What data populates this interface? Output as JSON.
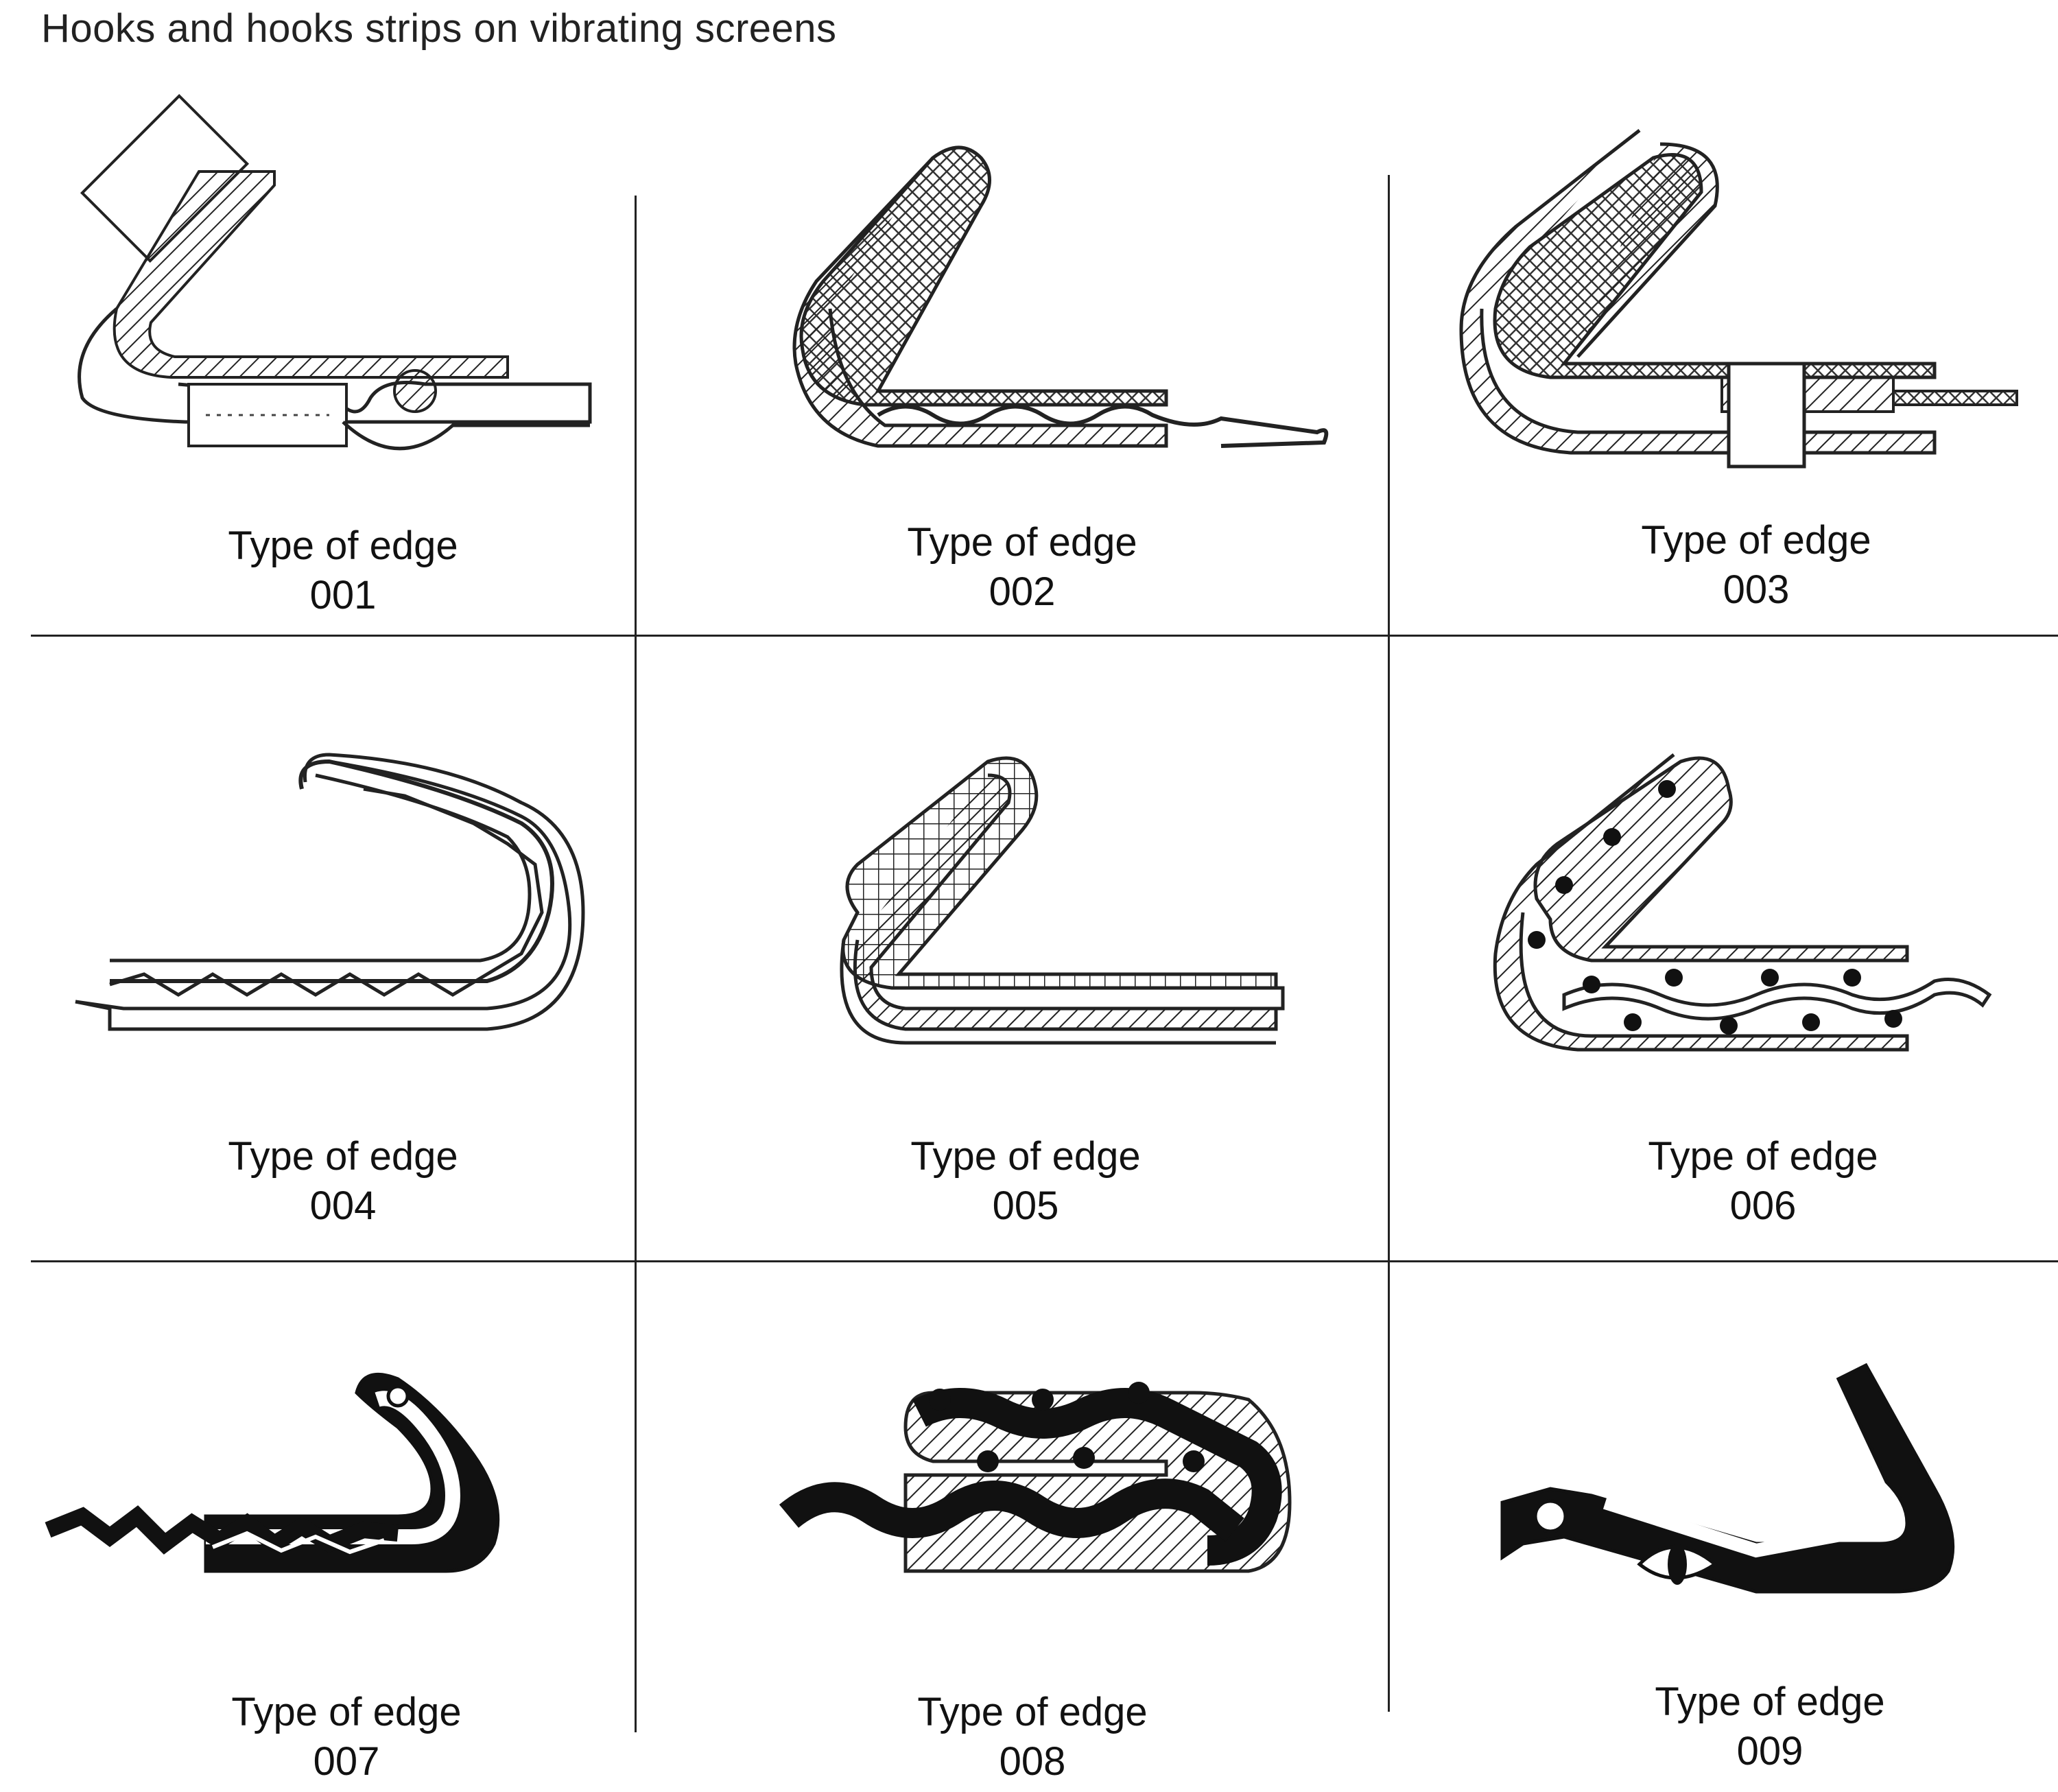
{
  "title": "Hooks and hooks strips on vibrating screens",
  "caption_label": "Type of edge",
  "edges": [
    {
      "code": "001",
      "icon": "hook-strip-001-icon"
    },
    {
      "code": "002",
      "icon": "hook-strip-002-icon"
    },
    {
      "code": "003",
      "icon": "hook-strip-003-icon"
    },
    {
      "code": "004",
      "icon": "hook-strip-004-icon"
    },
    {
      "code": "005",
      "icon": "hook-strip-005-icon"
    },
    {
      "code": "006",
      "icon": "hook-strip-006-icon"
    },
    {
      "code": "007",
      "icon": "hook-strip-007-icon"
    },
    {
      "code": "008",
      "icon": "hook-strip-008-icon"
    },
    {
      "code": "009",
      "icon": "hook-strip-009-icon"
    }
  ]
}
